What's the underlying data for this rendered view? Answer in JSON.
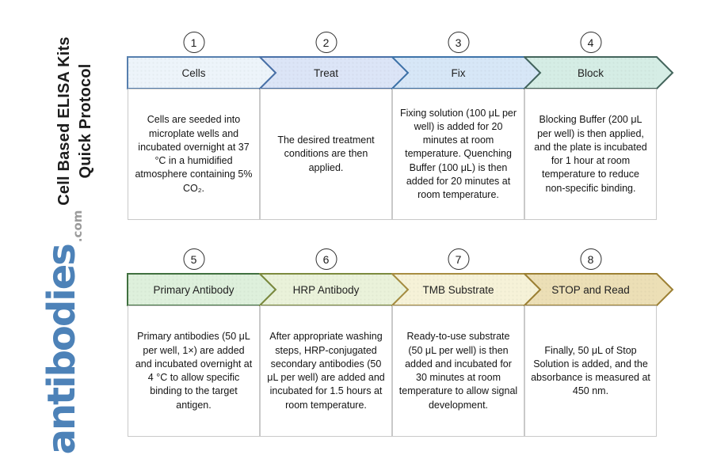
{
  "sidebar": {
    "title": "Cell Based ELISA Kits\nQuick Protocol",
    "logo": {
      "text": "antibodies",
      "suffix": ".com",
      "brand_color": "#4d82b8",
      "suffix_color": "#9b9b9b"
    }
  },
  "steps": [
    {
      "number": "1",
      "title": "Cells",
      "description": "Cells are seeded into microplate wells and incubated overnight at 37 °C in a humidified atmosphere containing 5% CO₂.",
      "fill": "#edf4fa",
      "border": "#567fae"
    },
    {
      "number": "2",
      "title": "Treat",
      "description": "The desired treatment conditions are then applied.",
      "fill": "#dce5f7",
      "border": "#4a71a8"
    },
    {
      "number": "3",
      "title": "Fix",
      "description": "Fixing solution (100 μL per well) is added for 20 minutes at room temperature. Quenching Buffer (100 μL) is then added for 20 minutes at room temperature.",
      "fill": "#d7e7f7",
      "border": "#3e73a9"
    },
    {
      "number": "4",
      "title": "Block",
      "description": "Blocking Buffer (200 μL per well) is then applied, and the plate is incubated for 1 hour at room temperature to reduce non-specific binding.",
      "fill": "#d5ede5",
      "border": "#44655c"
    },
    {
      "number": "5",
      "title": "Primary Antibody",
      "description": "Primary antibodies (50 μL per well, 1×) are added and incubated overnight at 4 °C to allow specific binding to the target antigen.",
      "fill": "#def0dc",
      "border": "#40703f"
    },
    {
      "number": "6",
      "title": "HRP Antibody",
      "description": "After appropriate washing steps, HRP-conjugated secondary antibodies (50 μL per well) are added and incubated for 1.5 hours at room temperature.",
      "fill": "#eaf2da",
      "border": "#7c8a3e"
    },
    {
      "number": "7",
      "title": "TMB Substrate",
      "description": "Ready-to-use substrate (50 μL per well) is then added and incubated for 30 minutes at room temperature to allow signal development.",
      "fill": "#f6f2d8",
      "border": "#a78d41"
    },
    {
      "number": "8",
      "title": "STOP and Read",
      "description": "Finally, 50 μL of Stop Solution is added, and the absorbance is measured at 450 nm.",
      "fill": "#ecdfb6",
      "border": "#9c8034"
    }
  ]
}
